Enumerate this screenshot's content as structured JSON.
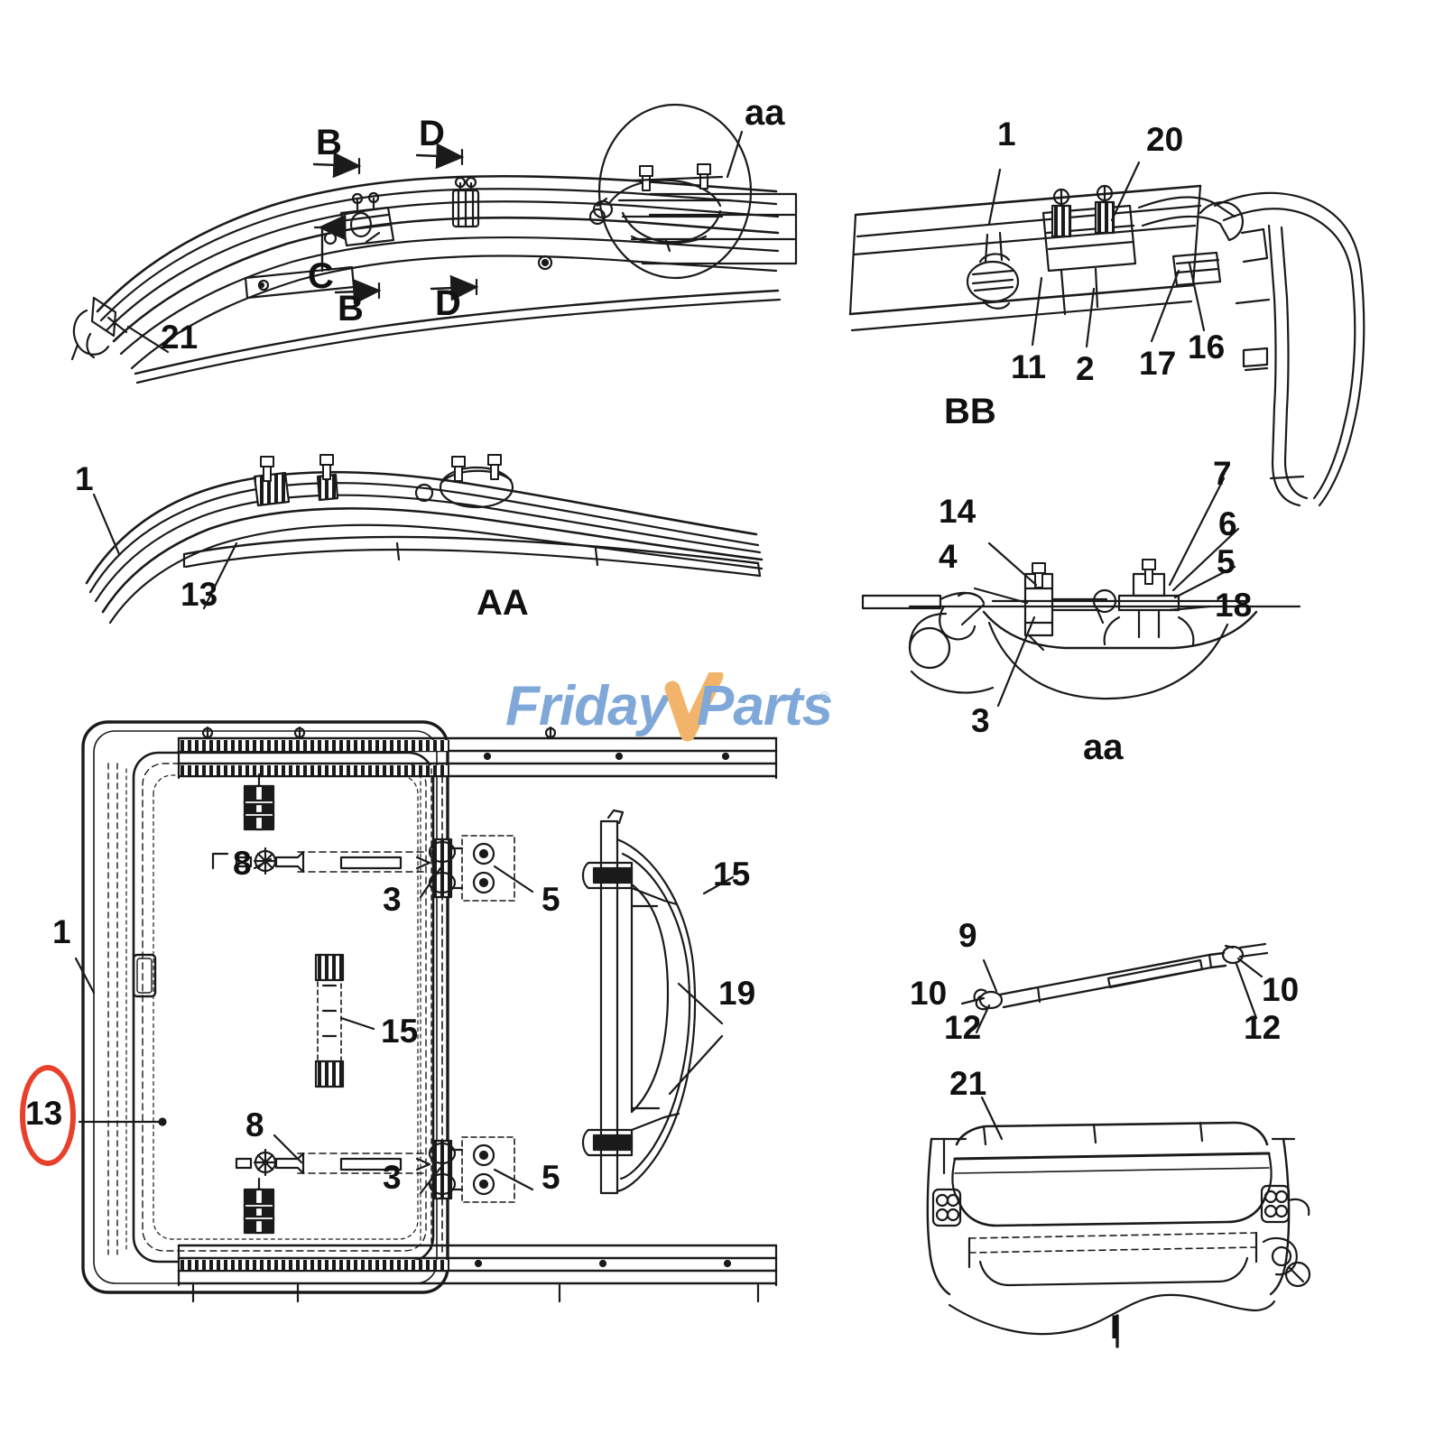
{
  "diagram": {
    "title": "Cab Door / Roof Hatch Assembly Exploded Parts Diagram",
    "ink_color": "#1a1a1a",
    "highlight_color": "#E8402A",
    "background": "#ffffff"
  },
  "watermark": {
    "text_part1": "Friday",
    "text_part2": "Parts",
    "check_glyph": "check-mark",
    "registered": "®",
    "blue": "#7FA8D9",
    "orange": "#F2B46B"
  },
  "views": {
    "top_left": {
      "name": "upper-rail-section-view",
      "section_marks": [
        {
          "label": "B",
          "position": "upper-left"
        },
        {
          "label": "D",
          "position": "upper-right"
        },
        {
          "label": "C",
          "position": "middle"
        },
        {
          "label": "B",
          "position": "lower-left"
        },
        {
          "label": "D",
          "position": "lower-right"
        }
      ],
      "detail_circle_label": "aa",
      "callouts": [
        "21"
      ]
    },
    "view_AA": {
      "name": "section-AA",
      "label": "AA",
      "callouts": [
        "1",
        "13"
      ]
    },
    "view_BB": {
      "name": "section-BB",
      "label": "BB",
      "callouts": [
        "1",
        "20",
        "11",
        "2",
        "17",
        "16"
      ]
    },
    "detail_aa": {
      "name": "detail-aa-latch",
      "label": "aa",
      "callouts": [
        "14",
        "4",
        "7",
        "6",
        "5",
        "18",
        "3"
      ]
    },
    "main_door": {
      "name": "main-door-assembly",
      "callouts": [
        "1",
        "8",
        "3",
        "5",
        "15",
        "13",
        "8",
        "3",
        "5"
      ],
      "highlighted_callout": "13"
    },
    "handle_bracket": {
      "name": "handle-bracket-view",
      "callouts": [
        "15",
        "19"
      ]
    },
    "gas_strut": {
      "name": "gas-strut-assembly",
      "callouts": [
        "9",
        "10",
        "12",
        "10",
        "12"
      ]
    },
    "bottom_right": {
      "name": "lower-panel-view",
      "callouts": [
        "21"
      ],
      "axis_mark": "I"
    }
  },
  "labels": {
    "l_aa_top": "aa",
    "l_B1": "B",
    "l_D1": "D",
    "l_C": "C",
    "l_B2": "B",
    "l_D2": "D",
    "l_21_top": "21",
    "l_1_BB": "1",
    "l_20": "20",
    "l_11": "11",
    "l_2": "2",
    "l_17": "17",
    "l_16": "16",
    "l_BB": "BB",
    "l_1_AA": "1",
    "l_13_AA": "13",
    "l_AA": "AA",
    "l_14": "14",
    "l_4": "4",
    "l_7": "7",
    "l_6": "6",
    "l_5_aa": "5",
    "l_18": "18",
    "l_3_aa": "3",
    "l_aa_bot": "aa",
    "l_1_main": "1",
    "l_8_top": "8",
    "l_3_top": "3",
    "l_5_top": "5",
    "l_15_main": "15",
    "l_13_main": "13",
    "l_8_bot": "8",
    "l_3_bot": "3",
    "l_5_bot": "5",
    "l_15_handle": "15",
    "l_19": "19",
    "l_9": "9",
    "l_10_left": "10",
    "l_12_left": "12",
    "l_10_right": "10",
    "l_12_right": "12",
    "l_21_bot": "21",
    "l_I": "I"
  }
}
